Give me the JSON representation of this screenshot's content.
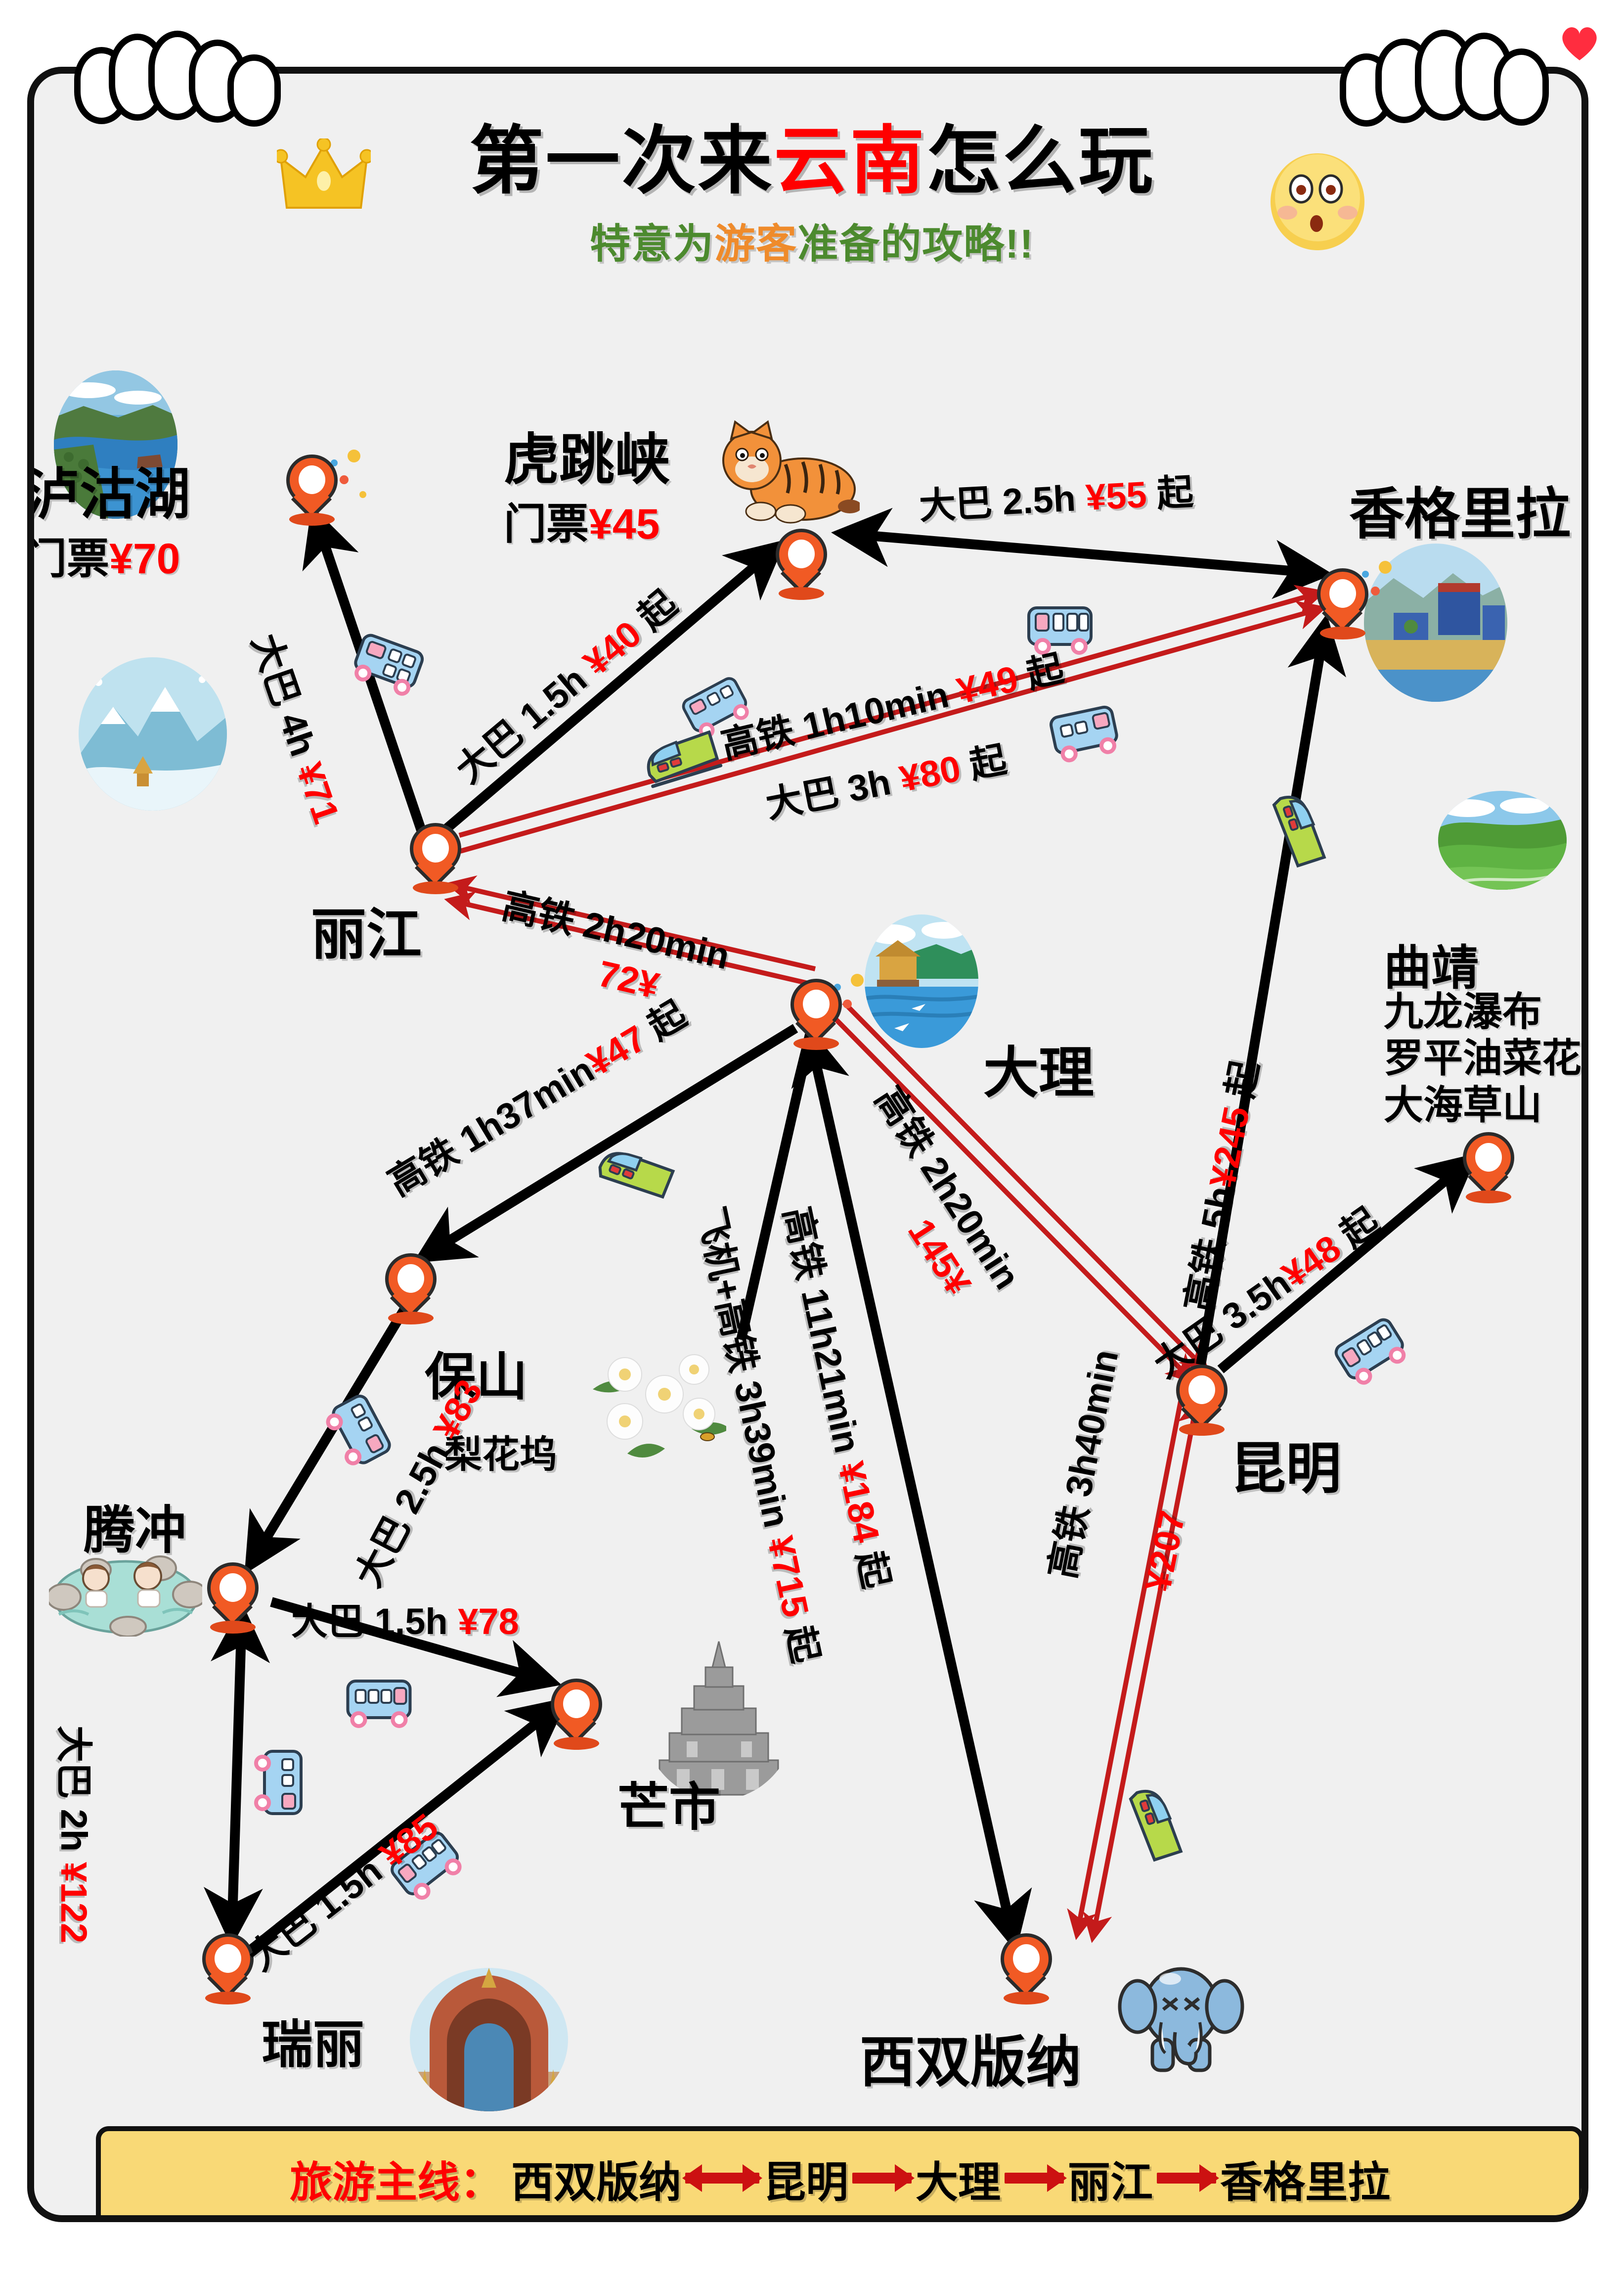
{
  "header": {
    "title_part1": "第一次来",
    "title_highlight": "云南",
    "title_part2": "怎么玩",
    "subtitle_part1": "特意为",
    "subtitle_highlight": "游客",
    "subtitle_part2": "准备的攻略!!"
  },
  "places": [
    {
      "id": "luguhu",
      "name": "泸沽湖",
      "ticket_label": "门票",
      "ticket_price": "¥70"
    },
    {
      "id": "hutiaoxia",
      "name": "虎跳峡",
      "ticket_label": "门票",
      "ticket_price": "¥45"
    },
    {
      "id": "shangrila",
      "name": "香格里拉",
      "ticket_label": "",
      "ticket_price": ""
    },
    {
      "id": "lijiang",
      "name": "丽江",
      "ticket_label": "",
      "ticket_price": ""
    },
    {
      "id": "dali",
      "name": "大理",
      "ticket_label": "",
      "ticket_price": ""
    },
    {
      "id": "qujing",
      "name": "曲靖",
      "ticket_label": "",
      "ticket_price": ""
    },
    {
      "id": "baoshan",
      "name": "保山",
      "ticket_label": "",
      "ticket_price": ""
    },
    {
      "id": "tengchong",
      "name": "腾冲",
      "ticket_label": "",
      "ticket_price": ""
    },
    {
      "id": "kunming",
      "name": "昆明",
      "ticket_label": "",
      "ticket_price": ""
    },
    {
      "id": "mangshi",
      "name": "芒市",
      "ticket_label": "",
      "ticket_price": ""
    },
    {
      "id": "ruili",
      "name": "瑞丽",
      "ticket_label": "",
      "ticket_price": ""
    },
    {
      "id": "xishuangbanna",
      "name": "西双版纳",
      "ticket_label": "",
      "ticket_price": ""
    }
  ],
  "attractions": {
    "qujing_list": "九龙瀑布\n罗平油菜花\n大海草山",
    "qujing_1": "九龙瀑布",
    "qujing_2": "罗平油菜花",
    "qujing_3": "大海草山",
    "baoshan_spot": "梨花坞"
  },
  "routes": [
    {
      "id": "lijiang-luguhu",
      "from": "丽江",
      "to": "泸沽湖",
      "mode": "大巴",
      "duration": "4h",
      "price": "¥71",
      "suffix": "",
      "text": "大巴 4h ¥71"
    },
    {
      "id": "lijiang-hutiaoxia",
      "from": "丽江",
      "to": "虎跳峡",
      "mode": "大巴",
      "duration": "1.5h",
      "price": "¥40",
      "suffix": "起",
      "text": "大巴 1.5h ¥40 起"
    },
    {
      "id": "hutiaoxia-shangrila",
      "from": "虎跳峡",
      "to": "香格里拉",
      "mode": "大巴",
      "duration": "2.5h",
      "price": "¥55",
      "suffix": "起",
      "text": "大巴 2.5h ¥55 起"
    },
    {
      "id": "lijiang-shangrila-rail",
      "from": "丽江",
      "to": "香格里拉",
      "mode": "高铁",
      "duration": "1h10min",
      "price": "¥49",
      "suffix": "起",
      "text": "高铁 1h10min ¥49 起"
    },
    {
      "id": "lijiang-shangrila-bus",
      "from": "丽江",
      "to": "香格里拉",
      "mode": "大巴",
      "duration": "3h",
      "price": "¥80",
      "suffix": "起",
      "text": "大巴 3h ¥80 起"
    },
    {
      "id": "dali-lijiang",
      "from": "大理",
      "to": "丽江",
      "mode": "高铁",
      "duration": "2h20min",
      "price": "72¥",
      "suffix": "",
      "text": "高铁 2h20min 72¥"
    },
    {
      "id": "dali-baoshan",
      "from": "大理",
      "to": "保山",
      "mode": "高铁",
      "duration": "1h37min",
      "price": "¥47",
      "suffix": "起",
      "text": "高铁 1h37min ¥47 起"
    },
    {
      "id": "baoshan-tengchong",
      "from": "保山",
      "to": "腾冲",
      "mode": "大巴",
      "duration": "2.5h",
      "price": "¥83",
      "suffix": "",
      "text": "大巴 2.5h ¥83"
    },
    {
      "id": "tengchong-mangshi",
      "from": "腾冲",
      "to": "芒市",
      "mode": "大巴",
      "duration": "1.5h",
      "price": "¥78",
      "suffix": "",
      "text": "大巴 1.5h ¥78"
    },
    {
      "id": "tengchong-ruili",
      "from": "腾冲",
      "to": "瑞丽",
      "mode": "大巴",
      "duration": "2h",
      "price": "¥122",
      "suffix": "",
      "text": "大巴 2h ¥122"
    },
    {
      "id": "ruili-mangshi",
      "from": "瑞丽",
      "to": "芒市",
      "mode": "大巴",
      "duration": "1.5h",
      "price": "¥85",
      "suffix": "",
      "text": "大巴 1.5h ¥85"
    },
    {
      "id": "dali-kunming",
      "from": "大理",
      "to": "昆明",
      "mode": "高铁",
      "duration": "2h20min",
      "price": "145¥",
      "suffix": "",
      "text": "高铁 2h20min 145¥"
    },
    {
      "id": "kunming-shangrila",
      "from": "昆明",
      "to": "香格里拉",
      "mode": "高铁",
      "duration": "5h",
      "price": "¥245",
      "suffix": "起",
      "text": "高铁 5h ¥245 起"
    },
    {
      "id": "kunming-qujing",
      "from": "昆明",
      "to": "曲靖",
      "mode": "大巴",
      "duration": "3.5h",
      "price": "¥48",
      "suffix": "起",
      "text": "大巴 3.5h ¥48 起"
    },
    {
      "id": "dali-xishuangbanna",
      "from": "大理",
      "to": "西双版纳",
      "mode": "高铁",
      "duration": "11h21min",
      "price": "¥184",
      "suffix": "起",
      "text": "高铁 11h21min ¥184 起"
    },
    {
      "id": "dali-xsbn-air",
      "from": "大理",
      "to": "西双版纳",
      "mode": "飞机+高铁",
      "duration": "3h39min",
      "price": "¥715",
      "suffix": "起",
      "text": "飞机+高铁 3h39min ¥715 起"
    },
    {
      "id": "xishuangbanna-kunming",
      "from": "西双版纳",
      "to": "昆明",
      "mode": "高铁",
      "duration": "3h40min",
      "price": "¥207",
      "suffix": "",
      "text": "高铁 3h40min ¥207"
    }
  ],
  "route_text": {
    "lijiang_luguhu": "大巴 4h",
    "lijiang_luguhu_price": "¥71",
    "lijiang_hutiaoxia": "大巴 1.5h",
    "lijiang_hutiaoxia_price": "¥40",
    "lijiang_hutiaoxia_suffix": "起",
    "hutiaoxia_shangrila": "大巴 2.5h",
    "hutiaoxia_shangrila_price": "¥55",
    "hutiaoxia_shangrila_suffix": "起",
    "lijiang_shangrila_rail": "高铁 1h10min",
    "lijiang_shangrila_rail_price": "¥49",
    "lijiang_shangrila_rail_suffix": "起",
    "lijiang_shangrila_bus": "大巴 3h",
    "lijiang_shangrila_bus_price": "¥80",
    "lijiang_shangrila_bus_suffix": "起",
    "dali_lijiang": "高铁 2h20min",
    "dali_lijiang_price": "72¥",
    "dali_baoshan": "高铁 1h37min",
    "dali_baoshan_price": "¥47",
    "dali_baoshan_suffix": "起",
    "baoshan_tengchong": "大巴 2.5h",
    "baoshan_tengchong_price": "¥83",
    "tengchong_mangshi": "大巴 1.5h",
    "tengchong_mangshi_price": "¥78",
    "tengchong_ruili": "大巴 2h",
    "tengchong_ruili_price": "¥122",
    "ruili_mangshi": "大巴 1.5h",
    "ruili_mangshi_price": "¥85",
    "dali_kunming": "高铁 2h20min",
    "dali_kunming_price": "145¥",
    "kunming_shangrila": "高铁 5h",
    "kunming_shangrila_price": "¥245",
    "kunming_shangrila_suffix": "起",
    "kunming_qujing": "大巴 3.5h",
    "kunming_qujing_price": "¥48",
    "kunming_qujing_suffix": "起",
    "dali_xsbn_rail": "高铁 11h21min",
    "dali_xsbn_rail_price": "¥184",
    "dali_xsbn_rail_suffix": "起",
    "dali_xsbn_air": "飞机+高铁 3h39min",
    "dali_xsbn_air_price": "¥715",
    "dali_xsbn_air_suffix": "起",
    "xsbn_kunming": "高铁 3h40min",
    "xsbn_kunming_price": "¥207"
  },
  "banner": {
    "lead": "旅游主线：",
    "n1": "西双版纳",
    "n2": "昆明",
    "n3": "大理",
    "n4": "丽江",
    "n5": "香格里拉"
  },
  "colors": {
    "accent_red": "#ff0000",
    "pin_orange": "#f15a24",
    "banner_yellow": "#f9d976",
    "subtitle_green": "#4c8a2e",
    "tourist_orange": "#ef8b2b",
    "route_red": "#cc1111"
  }
}
